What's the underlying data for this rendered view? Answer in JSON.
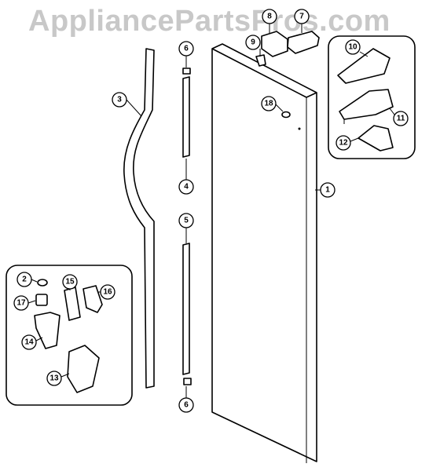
{
  "watermark": "AppliancePartsPros.com",
  "callouts": {
    "door": "1",
    "stop_top": "2",
    "handle": "3",
    "trim_upper": "4",
    "trim_lower": "5",
    "plug_top": "6",
    "plug_bottom": "6",
    "cam": "7",
    "cam_housing": "8",
    "screw_top": "9",
    "cover_top": "10",
    "hinge_top": "11",
    "shim": "12",
    "bracket_bottom": "13",
    "hinge_bottom": "14",
    "shim_bottom": "15",
    "plate": "16",
    "pin": "17",
    "screw_door": "18"
  }
}
